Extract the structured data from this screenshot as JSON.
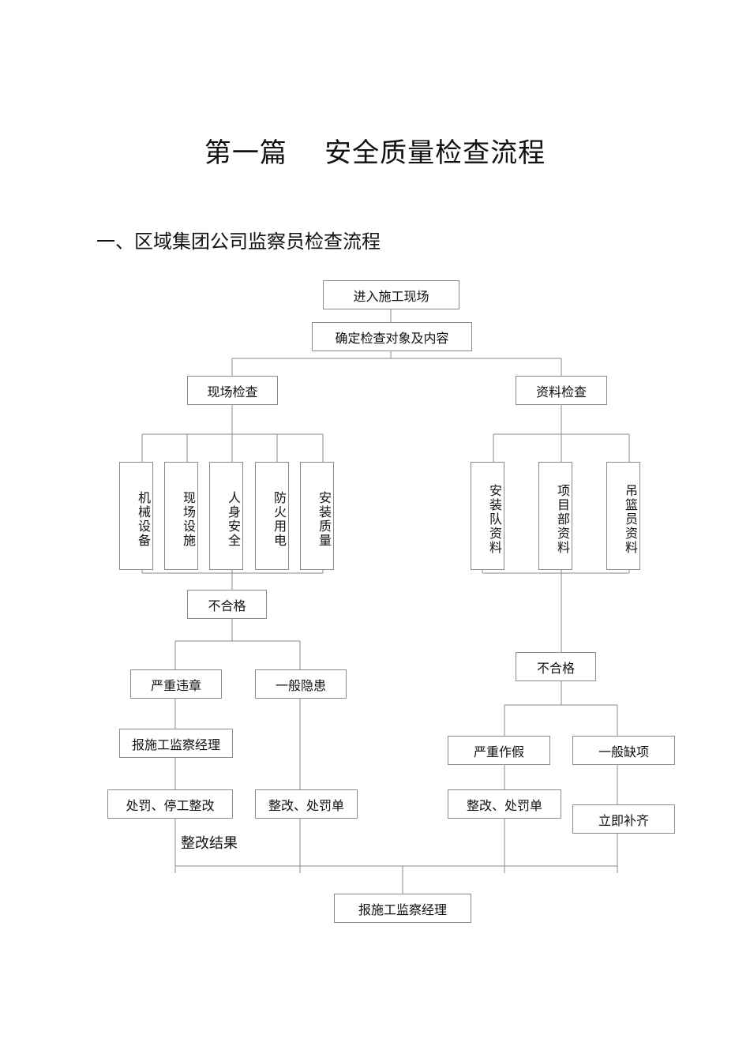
{
  "title": "第一篇    安全质量检查流程",
  "section_heading": "一、区域集团公司监察员检查流程",
  "nodes": {
    "enter_site": "进入施工现场",
    "determine_target": "确定检查对象及内容",
    "site_inspection": "现场检查",
    "document_inspection": "资料检查",
    "machinery": "机械设备",
    "site_facilities": "现场设施",
    "personal_safety": "人身安全",
    "fire_electric": "防火用电",
    "install_quality": "安装质量",
    "install_team_docs": "安装队资料",
    "project_dept_docs": "项目部资料",
    "basket_docs": "吊篮员资料",
    "unqualified_left": "不合格",
    "unqualified_right": "不合格",
    "serious_violation": "严重违章",
    "general_hazard": "一般隐患",
    "report_manager_left": "报施工监察经理",
    "penalty_stop": "处罚、停工整改",
    "rectify_penalty_left": "整改、处罚单",
    "serious_fraud": "严重作假",
    "general_missing": "一般缺项",
    "rectify_penalty_right": "整改、处罚单",
    "immediate_supplement": "立即补齐",
    "final_report": "报施工监察经理"
  },
  "rectify_result": "整改结果"
}
